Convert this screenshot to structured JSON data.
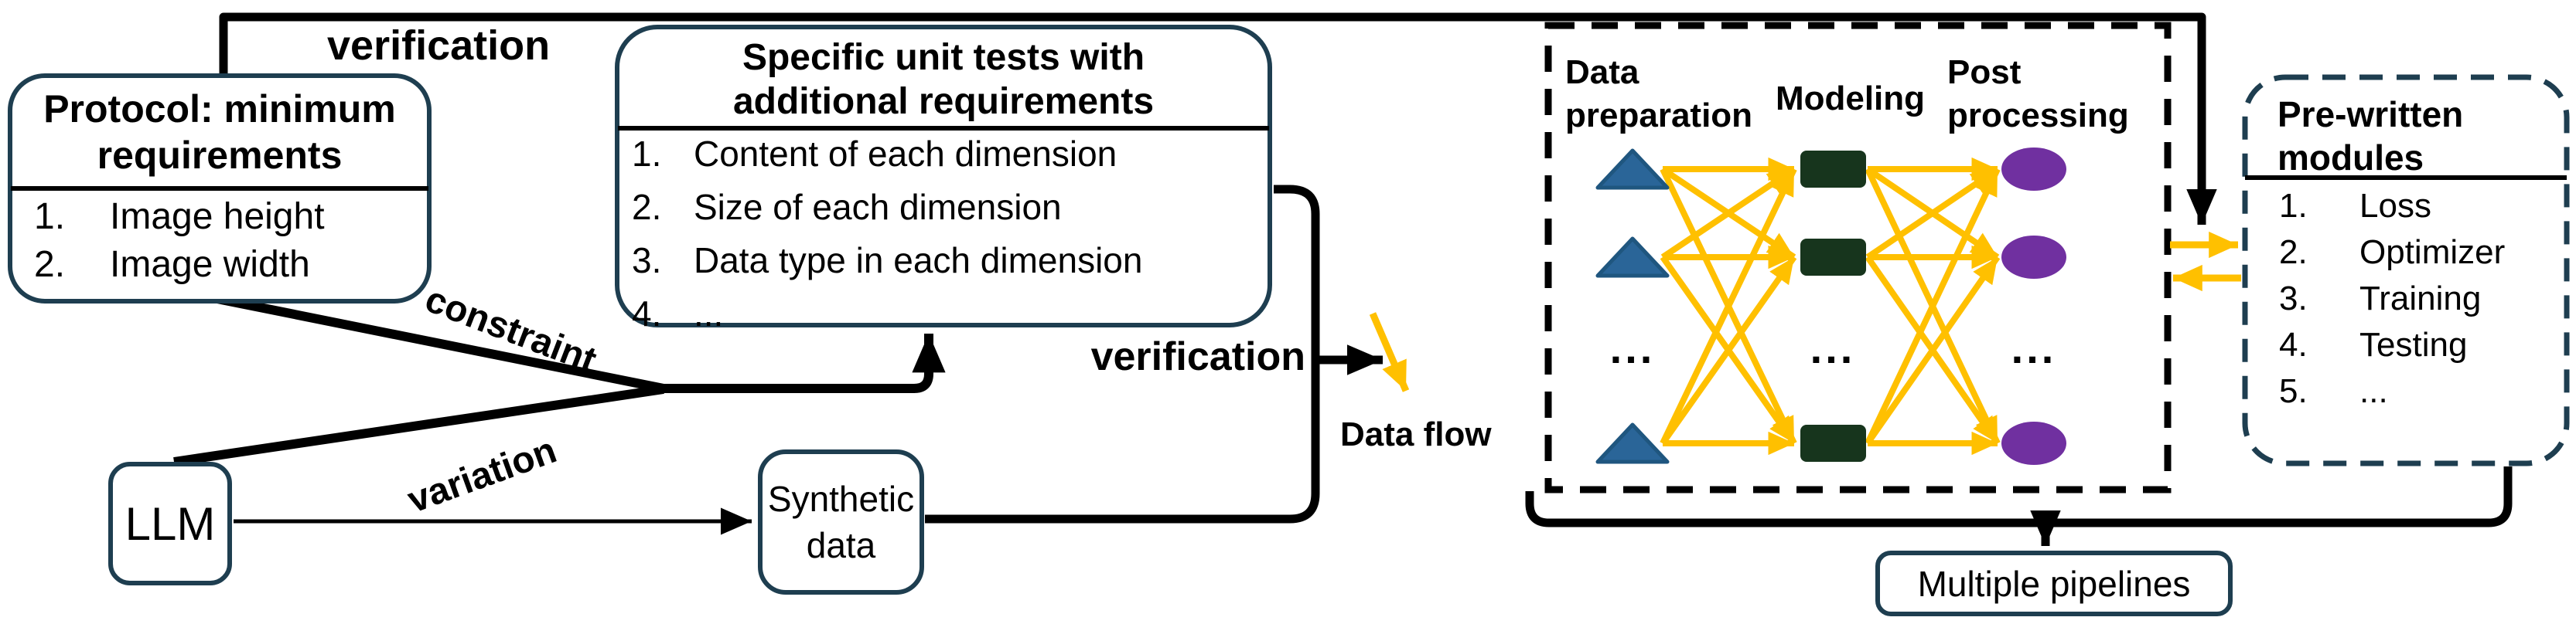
{
  "figure": {
    "labels": {
      "verification_top": "verification",
      "verification_mid": "verification",
      "constraint": "constraint",
      "variation": "variation",
      "data_flow": "Data flow",
      "ellipsis": "..."
    },
    "protocol_box": {
      "title_lines": [
        "Protocol: minimum",
        "requirements"
      ],
      "items": [
        {
          "num": "1.",
          "text": "Image height"
        },
        {
          "num": "2.",
          "text": "Image width"
        }
      ]
    },
    "unit_tests_box": {
      "title_lines": [
        "Specific unit tests with",
        "additional  requirements"
      ],
      "items": [
        {
          "num": "1.",
          "text": "Content of each dimension"
        },
        {
          "num": "2.",
          "text": "Size of each dimension"
        },
        {
          "num": "3.",
          "text": "Data type in each dimension"
        },
        {
          "num": "4.",
          "text": "..."
        }
      ]
    },
    "llm_box": {
      "label": "LLM"
    },
    "synthetic_box": {
      "lines": [
        "Synthetic",
        "data"
      ]
    },
    "pipeline_box": {
      "headers": {
        "data_preparation_lines": [
          "Data",
          "preparation"
        ],
        "modeling": "Modeling",
        "post_processing_lines": [
          "Post",
          "processing"
        ]
      }
    },
    "modules_box": {
      "title_lines": [
        "Pre-written",
        "modules"
      ],
      "items": [
        {
          "num": "1.",
          "text": "Loss"
        },
        {
          "num": "2.",
          "text": "Optimizer"
        },
        {
          "num": "3.",
          "text": "Training"
        },
        {
          "num": "4.",
          "text": "Testing"
        },
        {
          "num": "5.",
          "text": "..."
        }
      ]
    },
    "multiple_box": {
      "label": "Multiple pipelines"
    },
    "colors": {
      "box_border": "#1e3e50",
      "flow_yellow": "#ffc000",
      "triangle_blue": "#2a6598",
      "rect_green": "#17351d",
      "ellipse_purple": "#7030a0",
      "line_black": "#000000"
    }
  }
}
